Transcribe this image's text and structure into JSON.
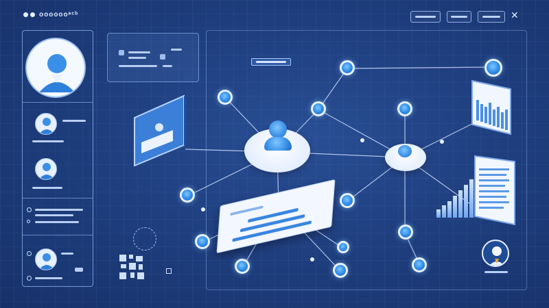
{
  "brand": {
    "name": "ooooooᵃᶜᵇ"
  },
  "colors": {
    "background": "#1f3f7f",
    "accent": "#2f8be8",
    "panel_border": "#8fb0e8",
    "node_ring": "#e9f2ff"
  },
  "header": {
    "buttons": [
      {
        "icon": "menu-button"
      },
      {
        "icon": "menu-button"
      },
      {
        "icon": "menu-button"
      }
    ],
    "close_icon": "close-icon",
    "close_glyph": "✕"
  },
  "sidebar": {
    "profile_icon": "user-avatar-icon",
    "users": [
      {
        "icon": "user-avatar-icon"
      },
      {
        "icon": "user-avatar-icon"
      },
      {
        "icon": "user-avatar-icon"
      }
    ]
  },
  "network": {
    "hub_icon": "user-avatar-icon",
    "node_icon": "node-icon",
    "chart_icon": "bar-chart-icon",
    "document_icon": "document-icon",
    "qr_icon": "qr-code-icon"
  }
}
